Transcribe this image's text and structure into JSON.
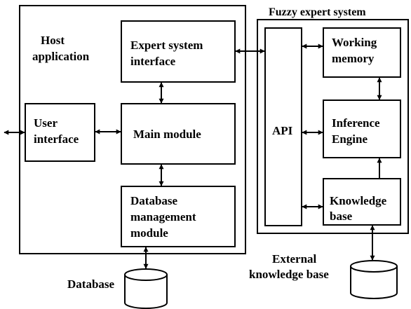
{
  "host": {
    "title_line1": "Host",
    "title_line2": "application",
    "expert_interface": {
      "line1": "Expert system",
      "line2": "interface"
    },
    "user_interface": {
      "line1": "User",
      "line2": "interface"
    },
    "main_module": "Main module",
    "db_module": {
      "line1": "Database",
      "line2": "management",
      "line3": "module"
    }
  },
  "database_label": "Database",
  "fuzzy": {
    "title": "Fuzzy expert system",
    "api": "API",
    "working_memory": {
      "line1": "Working",
      "line2": "memory"
    },
    "inference_engine": {
      "line1": "Inference",
      "line2": "Engine"
    },
    "knowledge_base": {
      "line1": "Knowledge",
      "line2": "base"
    }
  },
  "external_kb": {
    "line1": "External",
    "line2": "knowledge base"
  }
}
